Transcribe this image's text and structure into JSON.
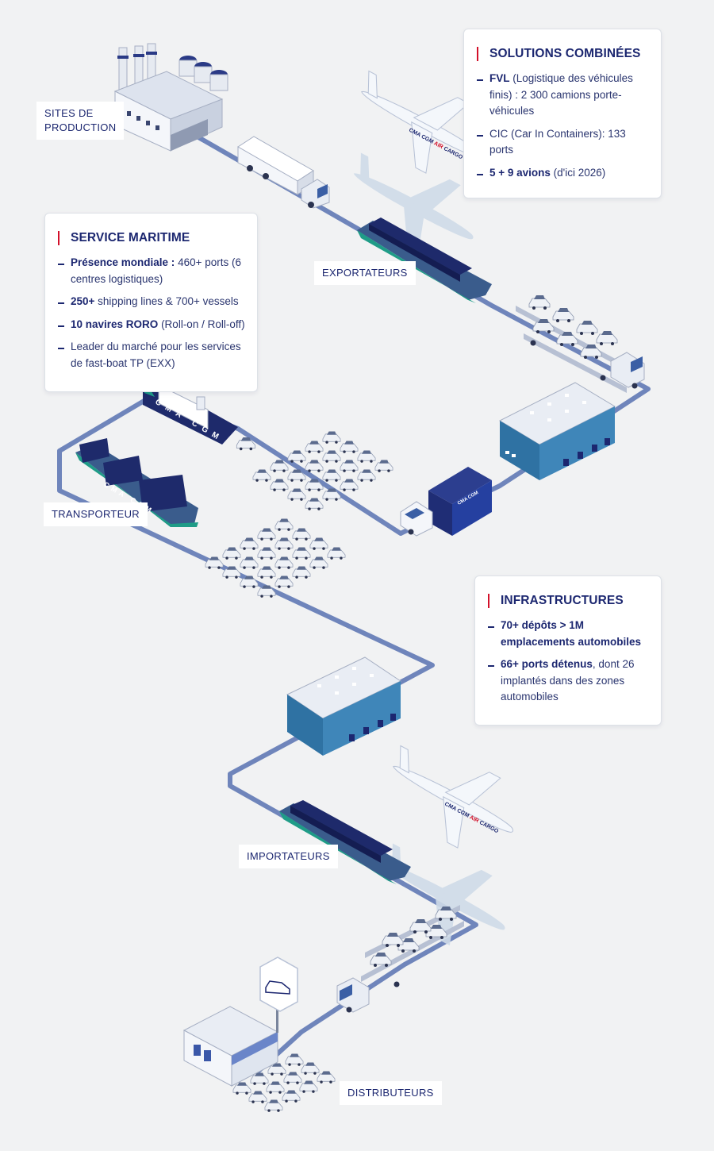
{
  "colors": {
    "navy": "#1c2770",
    "accent_red": "#d3102a",
    "path": "#6f85bb",
    "building_blue": "#2f72a3",
    "teal": "#1f9c87",
    "ghost_plane": "#cfdbe8"
  },
  "stage_labels": {
    "production": [
      "SITES DE",
      "PRODUCTION"
    ],
    "exporters": "EXPORTATEURS",
    "carrier": "TRANSPORTEUR",
    "importers": "IMPORTATEURS",
    "distributors": "DISTRIBUTEURS"
  },
  "combined": {
    "title": "SOLUTIONS COMBINÉES",
    "items": [
      {
        "bold": "FVL",
        "text": " (Logistique des véhicules finis) : 2 300 camions porte-véhicules"
      },
      {
        "bold": "",
        "text": "CIC (Car In Containers): 133 ports"
      },
      {
        "bold": "5 + 9 avions",
        "text": " (d'ici 2026)"
      }
    ]
  },
  "maritime": {
    "title": "SERVICE MARITIME",
    "items": [
      {
        "bold": "Présence mondiale :",
        "text": " 460+ ports (6 centres logistiques)"
      },
      {
        "bold": "250+",
        "text": " shipping lines & 700+ vessels"
      },
      {
        "bold": "10 navires RORO",
        "text": " (Roll-on / Roll-off)"
      },
      {
        "bold": "",
        "text": "Leader du marché pour les services de fast-boat TP (EXX)"
      }
    ]
  },
  "infra": {
    "title": "INFRASTRUCTURES",
    "items": [
      {
        "bold": "70+ dépôts > 1M emplacements automobiles",
        "text": ""
      },
      {
        "bold": "66+ ports détenus",
        "text": ", dont 26 implantés dans des zones automobiles"
      }
    ]
  },
  "branding": {
    "ship_name": "CMA CGM",
    "plane_livery": "CMA CGM AIR CARGO",
    "trailer_logo": "CMA CGM"
  },
  "icons": [
    "factory-icon",
    "truck-icon",
    "cargo-plane-icon",
    "container-ship-icon",
    "car-carrier-truck-icon",
    "warehouse-icon",
    "roro-ship-icon",
    "parked-cars-icon",
    "delivery-van-icon",
    "car-dealership-icon",
    "car-sign-icon"
  ]
}
